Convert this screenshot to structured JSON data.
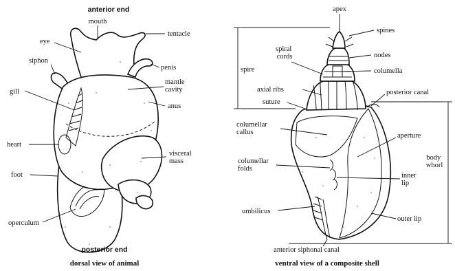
{
  "left_diagram": {
    "caption": "dorsal view of animal",
    "labels": {
      "anterior_end": "anterior end",
      "posterior_end": "posterior end",
      "mouth": "mouth",
      "eye": "eye",
      "tentacle": "tentacle",
      "siphon": "siphon",
      "penis": "penis",
      "mantle_cavity": [
        "mantle",
        "cavity"
      ],
      "gill": "gill",
      "anus": "anus",
      "heart": "heart",
      "visceral_mass": [
        "visceral",
        "mass"
      ],
      "foot": "foot",
      "operculum": "operculum"
    }
  },
  "right_diagram": {
    "caption": "ventral view of a composite shell",
    "labels": {
      "apex": "apex",
      "spines": "spines",
      "nodes": "nodes",
      "spiral_cords": [
        "spiral",
        "cords"
      ],
      "columella": "columella",
      "spire": "spire",
      "axial_ribs": "axial ribs",
      "posterior_canal": "posterior canal",
      "suture": "suture",
      "columellar_callus": [
        "columellar",
        "callus"
      ],
      "aperture": "aperture",
      "columellar_folds": [
        "columellar",
        "folds"
      ],
      "body_whorl": [
        "body",
        "whorl"
      ],
      "inner_lip": [
        "inner",
        "lip"
      ],
      "umbilicus": "umbilicus",
      "outer_lip": "outer lip",
      "anterior_siphonal_canal": "anterior siphonal canal"
    }
  }
}
